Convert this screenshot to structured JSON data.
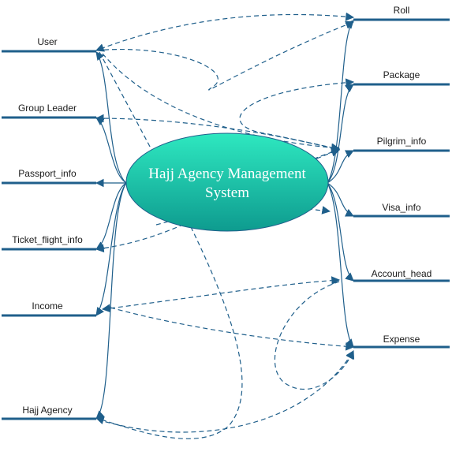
{
  "center": {
    "title_line1": "Hajj Agency Management",
    "title_line2": "System",
    "fill_top": "#2ee8c0",
    "fill_bottom": "#0e9b8f"
  },
  "accent": "#1f5f8b",
  "left_entities": [
    "User",
    "Group Leader",
    "Passport_info",
    "Ticket_flight_info",
    "Income",
    "Hajj Agency"
  ],
  "right_entities": [
    "Roll",
    "Package",
    "Pilgrim_info",
    "Visa_info",
    "Account_head",
    "Expense"
  ]
}
